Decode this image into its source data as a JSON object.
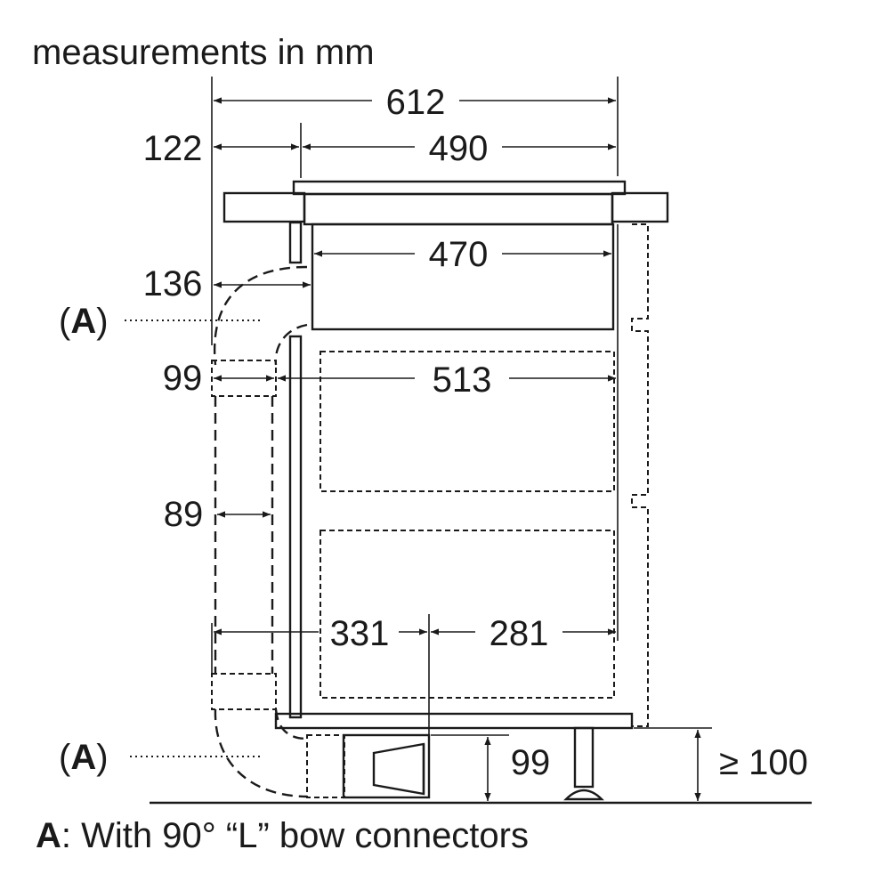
{
  "title": "measurements in mm",
  "dimensions": {
    "overall_width": "612",
    "cutout_width": "490",
    "left_offset": "122",
    "body_width": "470",
    "duct_offset": "136",
    "duct_depth": "99",
    "drawer_width": "513",
    "duct_width": "89",
    "front_to_axis": "331",
    "axis_to_back": "281",
    "plinth_height": "99",
    "floor_clearance": "≥ 100"
  },
  "callouts": {
    "upper_marker": "A",
    "lower_marker": "A"
  },
  "legend": {
    "key": "A",
    "text": ": With 90° “L” bow connectors"
  }
}
